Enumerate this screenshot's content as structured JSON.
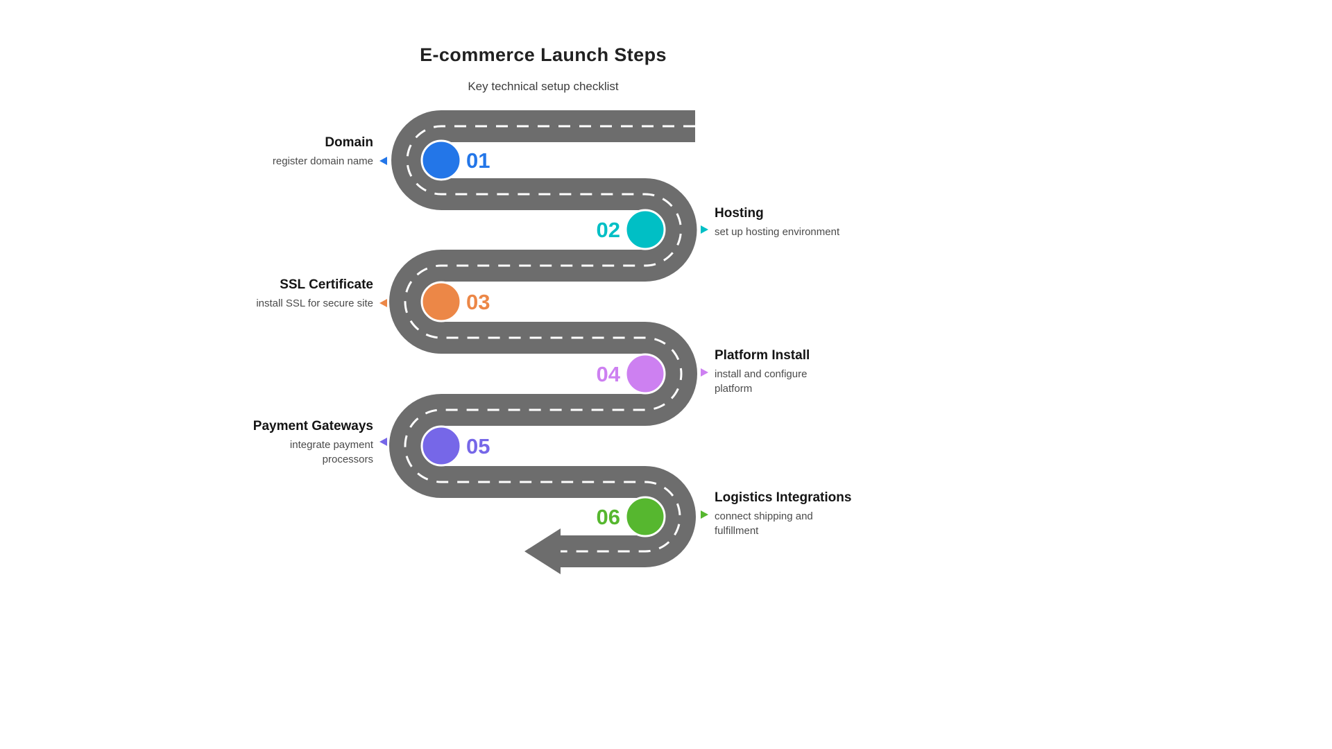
{
  "title": "E-commerce Launch Steps",
  "subtitle": "Key technical setup checklist",
  "road": {
    "color": "#6d6d6d",
    "line_color": "#ffffff"
  },
  "steps": [
    {
      "num": "01",
      "label": "Domain",
      "desc": "register domain name",
      "color": "#2376e8"
    },
    {
      "num": "02",
      "label": "Hosting",
      "desc": "set up hosting environment",
      "color": "#00bfc5"
    },
    {
      "num": "03",
      "label": "SSL Certificate",
      "desc": "install SSL for secure site",
      "color": "#ec8747"
    },
    {
      "num": "04",
      "label": "Platform Install",
      "desc": "install and configure platform",
      "color": "#cd80f1"
    },
    {
      "num": "05",
      "label": "Payment Gateways",
      "desc": "integrate payment processors",
      "color": "#7667e8"
    },
    {
      "num": "06",
      "label": "Logistics Integrations",
      "desc": "connect shipping and fulfillment",
      "color": "#56b72f"
    }
  ]
}
